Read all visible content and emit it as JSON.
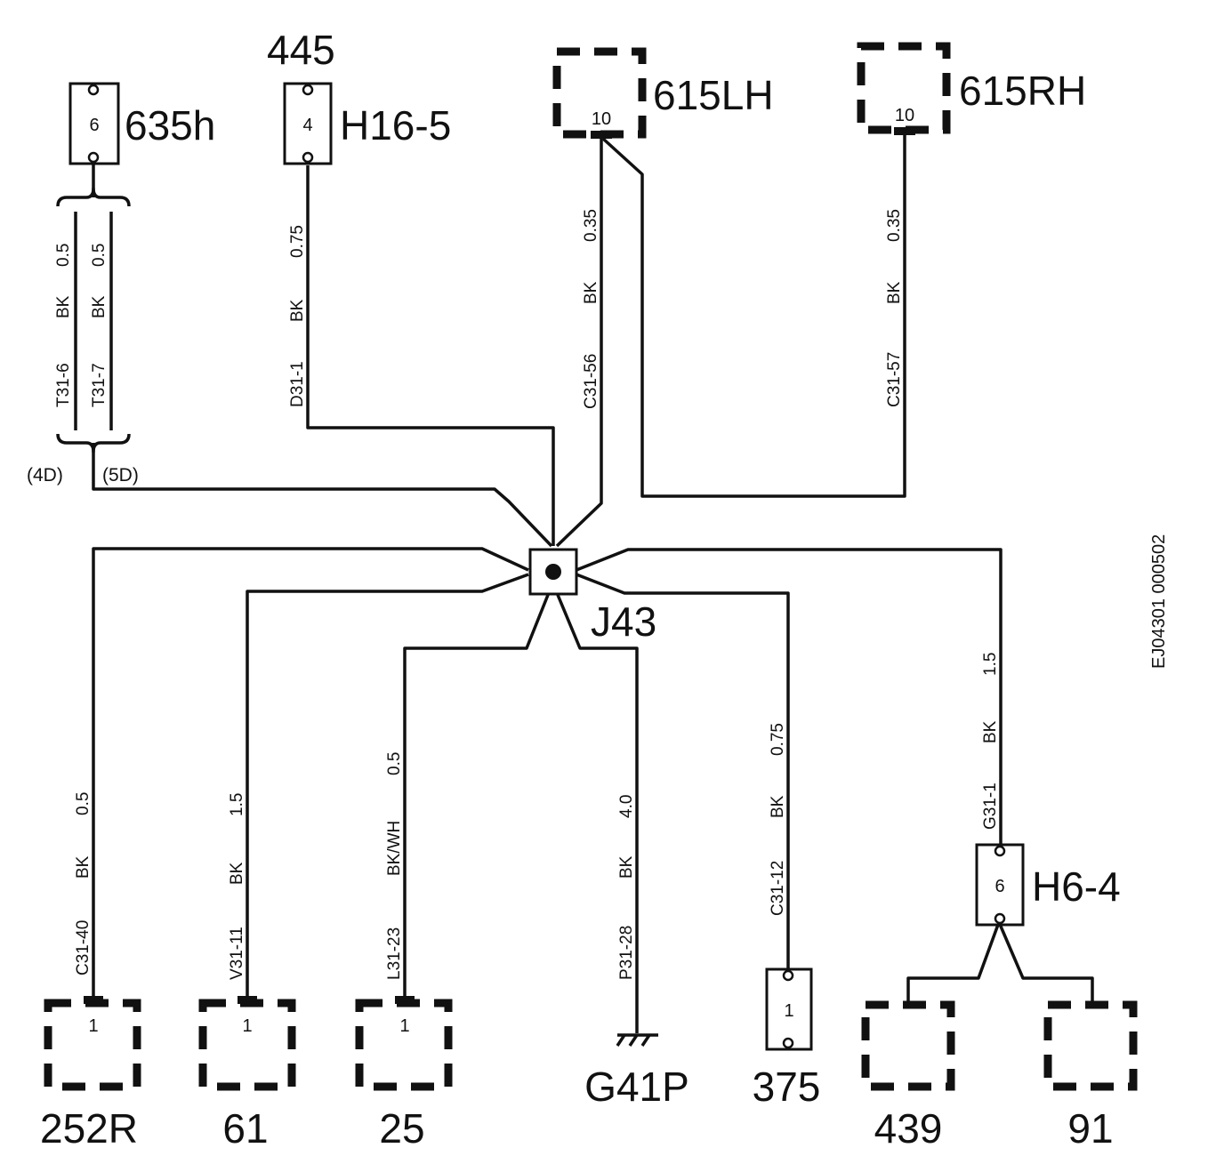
{
  "connectors": {
    "c635h": {
      "label": "635h",
      "pin": "6"
    },
    "h16_5": {
      "label": "H16-5",
      "pin": "4",
      "ref": "445"
    },
    "c615lh": {
      "label": "615LH",
      "pin": "10"
    },
    "c615rh": {
      "label": "615RH",
      "pin": "10"
    },
    "h6_4": {
      "label": "H6-4",
      "pin": "6"
    },
    "c252r": {
      "label": "252R",
      "pin": "1"
    },
    "c61": {
      "label": "61",
      "pin": "1"
    },
    "c25": {
      "label": "25",
      "pin": "1"
    },
    "c375": {
      "label": "375",
      "pin": "1"
    },
    "c439": {
      "label": "439"
    },
    "c91": {
      "label": "91"
    }
  },
  "splice": {
    "label": "J43"
  },
  "ground": {
    "label": "G41P"
  },
  "wires": {
    "t31_6": {
      "id": "T31-6",
      "color": "BK",
      "size": "0.5"
    },
    "t31_7": {
      "id": "T31-7",
      "color": "BK",
      "size": "0.5"
    },
    "d31_1": {
      "id": "D31-1",
      "color": "BK",
      "size": "0.75"
    },
    "c31_56": {
      "id": "C31-56",
      "color": "BK",
      "size": "0.35"
    },
    "c31_57": {
      "id": "C31-57",
      "color": "BK",
      "size": "0.35"
    },
    "c31_40": {
      "id": "C31-40",
      "color": "BK",
      "size": "0.5"
    },
    "v31_11": {
      "id": "V31-11",
      "color": "BK",
      "size": "1.5"
    },
    "l31_23": {
      "id": "L31-23",
      "color": "BK/WH",
      "size": "0.5"
    },
    "p31_28": {
      "id": "P31-28",
      "color": "BK",
      "size": "4.0"
    },
    "c31_12": {
      "id": "C31-12",
      "color": "BK",
      "size": "0.75"
    },
    "g31_1": {
      "id": "G31-1",
      "color": "BK",
      "size": "1.5"
    }
  },
  "variants": {
    "left": "(4D)",
    "right": "(5D)"
  },
  "doc_ref": "EJ04301 000502"
}
